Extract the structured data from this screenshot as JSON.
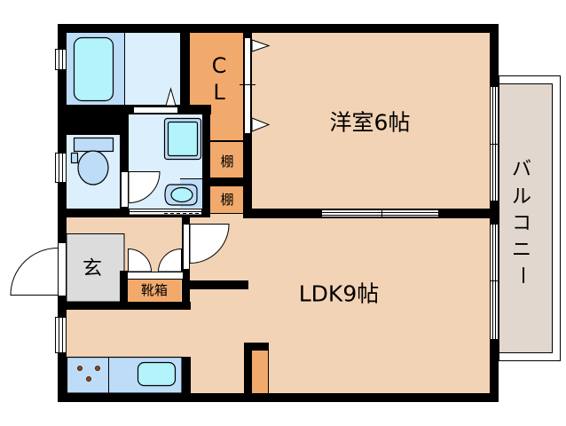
{
  "plan": {
    "closet": {
      "label_top": "C",
      "label_bottom": "L"
    },
    "shelves": [
      {
        "label": "棚"
      },
      {
        "label": "棚"
      }
    ],
    "western_room": {
      "label": "洋室6帖"
    },
    "ldk": {
      "label": "LDK9帖"
    },
    "entrance": {
      "label": "玄"
    },
    "shoe_box": {
      "label": "靴箱"
    },
    "balcony": {
      "label": "バルコニー",
      "chars": [
        "バ",
        "ル",
        "コ",
        "ニ",
        "ー"
      ]
    }
  },
  "fixtures": {
    "bathtub": "bathtub-icon",
    "toilet": "toilet-icon",
    "washing_machine_pan": "washing-machine-pan-icon",
    "washbasin": "washbasin-icon",
    "stove": "stove-icon",
    "kitchen_sink": "kitchen-sink-icon",
    "refrigerator_space": "refrigerator-space-icon",
    "doors": [
      "entrance-door-icon",
      "toilet-door-icon",
      "ldk-door-icon",
      "shoe-box-door-icon",
      "closet-door-icon",
      "sliding-door-icon"
    ],
    "windows": [
      "window-icon"
    ]
  },
  "colors": {
    "wall": "#000000",
    "floor": "#f3d3b5",
    "storage": "#f2aa6c",
    "entry": "#dcdcdc",
    "wet": "#dbeffc",
    "wet-dark": "#bddcf8",
    "water": "#b3f3fb",
    "balcony": "#e1d7ce",
    "burner": "#8b4513"
  }
}
